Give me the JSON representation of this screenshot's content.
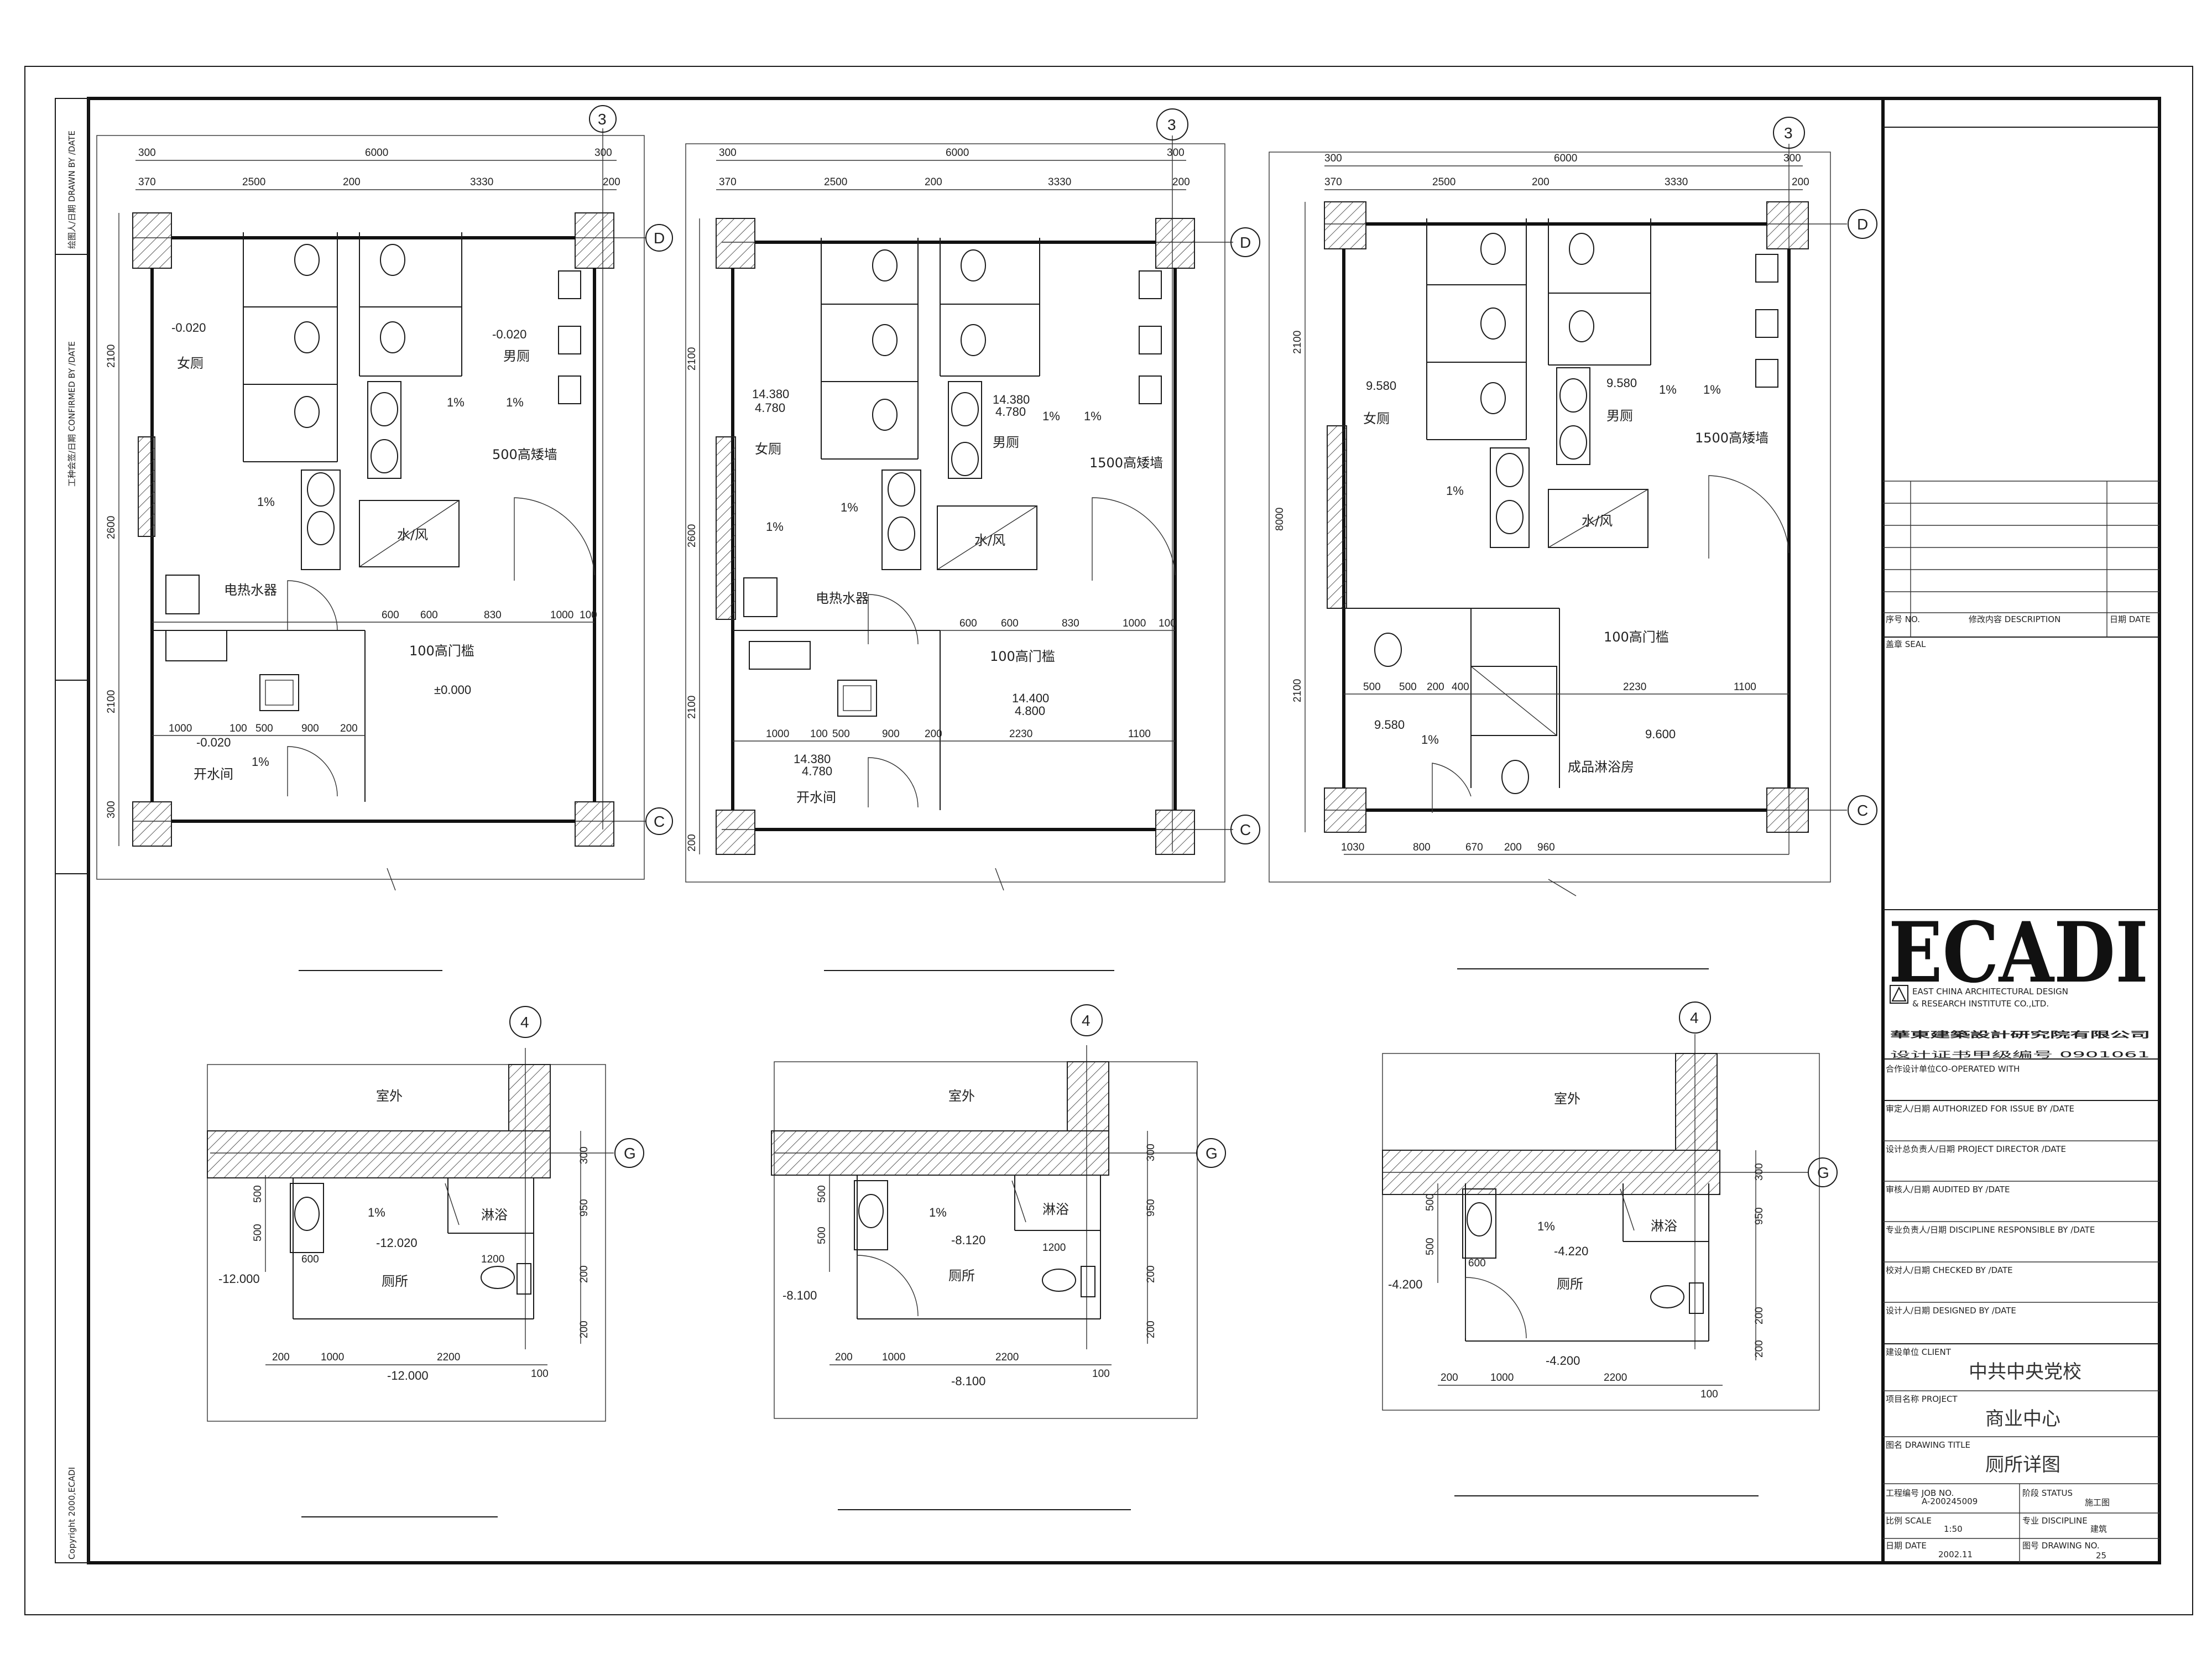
{
  "title_block": {
    "side_labels": [
      "绘图人/日期 DRAWN BY /DATE",
      "工种会签/日期 CONFIRMED BY /DATE"
    ],
    "revision_headers": {
      "no": "序号 NO.",
      "desc": "修改内容 DESCRIPTION",
      "date": "日期 DATE"
    },
    "seal": "盖章 SEAL",
    "logo": {
      "mark": "ECADI",
      "en_line1": "EAST CHINA ARCHITECTURAL DESIGN",
      "en_line2": "& RESEARCH INSTITUTE CO.,LTD.",
      "cn_name": "華東建築設計研究院有限公司",
      "cert": "设计证书甲级编号 0901061"
    },
    "cooperated": "合作设计单位CO-OPERATED WITH",
    "signoffs": [
      "审定人/日期 AUTHORIZED FOR ISSUE BY /DATE",
      "设计总负责人/日期 PROJECT DIRECTOR /DATE",
      "审核人/日期 AUDITED BY /DATE",
      "专业负责人/日期 DISCIPLINE RESPONSIBLE BY /DATE",
      "校对人/日期 CHECKED BY /DATE",
      "设计人/日期 DESIGNED BY /DATE"
    ],
    "client_label": "建设单位 CLIENT",
    "client": "中共中央党校",
    "project_label": "项目名称 PROJECT",
    "project": "商业中心",
    "drawing_title_label": "图名 DRAWING TITLE",
    "drawing_title": "厕所详图",
    "job_no_label": "工程编号 JOB NO.",
    "job_no": "A-200245009",
    "status_label": "阶段 STATUS",
    "status": "施工图",
    "scale_label": "比例 SCALE",
    "scale": "1:50",
    "discipline_label": "专业 DISCIPLINE",
    "discipline": "建筑",
    "date_label": "日期 DATE",
    "date": "2002.11",
    "drawing_no_label": "图号 DRAWING NO.",
    "drawing_no": "25",
    "copyright": "Copyright 2000,ECADI"
  },
  "plans": [
    {
      "grid_col": "3",
      "grid_rows": [
        "D",
        "C"
      ],
      "top_dims1": [
        "300",
        "6000",
        "300"
      ],
      "top_dims2": [
        "370",
        "2500",
        "200",
        "3330",
        "200"
      ],
      "labels": [
        "女厕",
        "男厕",
        "水/风",
        "电热水器",
        "开水间",
        "100高门槛",
        "500高矮墙"
      ],
      "levels": [
        "-0.020",
        "-0.020",
        "±0.000",
        "-0.020"
      ],
      "slopes": [
        "1%",
        "1%",
        "1%",
        "1%"
      ],
      "left_dims": [
        "2100",
        "2600",
        "2100",
        "300"
      ],
      "bottom_dims": [
        "1000",
        "100",
        "500",
        "900",
        "200"
      ],
      "mid_dims": [
        "600",
        "600",
        "830",
        "1000",
        "100"
      ]
    },
    {
      "grid_col": "3",
      "grid_rows": [
        "D",
        "C"
      ],
      "top_dims1": [
        "300",
        "6000",
        "300"
      ],
      "top_dims2": [
        "370",
        "2500",
        "200",
        "3330",
        "200"
      ],
      "labels": [
        "女厕",
        "男厕",
        "水/风",
        "电热水器",
        "开水间",
        "100高门槛",
        "1500高矮墙"
      ],
      "levels": [
        "14.380",
        "4.780",
        "14.380",
        "4.780",
        "14.400",
        "4.800",
        "14.380",
        "4.780"
      ],
      "slopes": [
        "1%",
        "1%",
        "1%",
        "1%"
      ],
      "left_dims": [
        "2100",
        "2600",
        "2100",
        "200"
      ],
      "bottom_dims": [
        "1000",
        "100",
        "500",
        "900",
        "200",
        "2230",
        "1100"
      ],
      "mid_dims": [
        "600",
        "600",
        "830",
        "1000",
        "100"
      ]
    },
    {
      "grid_col": "3",
      "grid_rows": [
        "D",
        "C"
      ],
      "top_dims1": [
        "300",
        "6000",
        "300"
      ],
      "top_dims2": [
        "370",
        "2500",
        "200",
        "3330",
        "200"
      ],
      "labels": [
        "女厕",
        "男厕",
        "水/风",
        "100高门槛",
        "1500高矮墙",
        "成品淋浴房"
      ],
      "levels": [
        "9.580",
        "9.580",
        "9.580",
        "9.600"
      ],
      "slopes": [
        "1%",
        "1%",
        "1%",
        "1%"
      ],
      "left_dims": [
        "2100",
        "8000",
        "2100"
      ],
      "bottom_dims": [
        "1030",
        "800",
        "670",
        "200",
        "960"
      ],
      "mid_dims": [
        "500",
        "500",
        "200",
        "400",
        "2230",
        "1100"
      ]
    }
  ],
  "details": [
    {
      "grid_col": "4",
      "grid_row": "G",
      "outside": "室外",
      "shower": "淋浴",
      "toilet": "厕所",
      "level_in": "-12.020",
      "level_out": "-12.000",
      "level_bottom": "-12.000",
      "slope": "1%",
      "dims_bottom": [
        "200",
        "1000",
        "2200",
        "100"
      ],
      "dims_left": [
        "500",
        "500"
      ],
      "dims_right": [
        "300",
        "950",
        "200",
        "200"
      ],
      "dim_inner": [
        "600",
        "1200"
      ]
    },
    {
      "grid_col": "4",
      "grid_row": "G",
      "outside": "室外",
      "shower": "淋浴",
      "toilet": "厕所",
      "level_in": "-8.120",
      "level_out": "-8.100",
      "level_bottom": "-8.100",
      "slope": "1%",
      "dims_bottom": [
        "200",
        "1000",
        "2200",
        "100"
      ],
      "dims_left": [
        "500",
        "500"
      ],
      "dims_right": [
        "300",
        "950",
        "200",
        "200"
      ],
      "dim_inner": [
        "1200"
      ]
    },
    {
      "grid_col": "4",
      "grid_row": "G",
      "outside": "室外",
      "shower": "淋浴",
      "toilet": "厕所",
      "level_in": "-4.220",
      "level_out": "-4.200",
      "level_bottom": "-4.200",
      "slope": "1%",
      "dims_bottom": [
        "200",
        "1000",
        "2200",
        "100"
      ],
      "dims_left": [
        "500",
        "500"
      ],
      "dims_right": [
        "300",
        "950",
        "200",
        "200"
      ],
      "dim_inner": [
        "600"
      ]
    }
  ]
}
